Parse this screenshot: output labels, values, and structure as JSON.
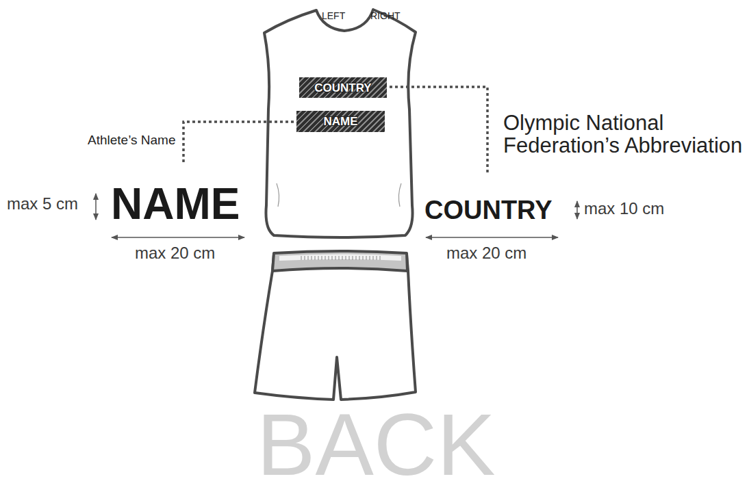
{
  "diagram": {
    "nodes": [
      {
        "text": [
          "COUNTRY"
        ]
      },
      {
        "text": [
          "NAME"
        ]
      }
    ],
    "labels": [
      "LEFT",
      "RIGHT",
      "Athlete’s Name",
      "Olympic National Federation’s Abbreviation",
      "NAME",
      "max 5 cm",
      "max 20 cm",
      "COUNTRY",
      "max 10 cm",
      "max 20 cm",
      "BACK"
    ]
  }
}
